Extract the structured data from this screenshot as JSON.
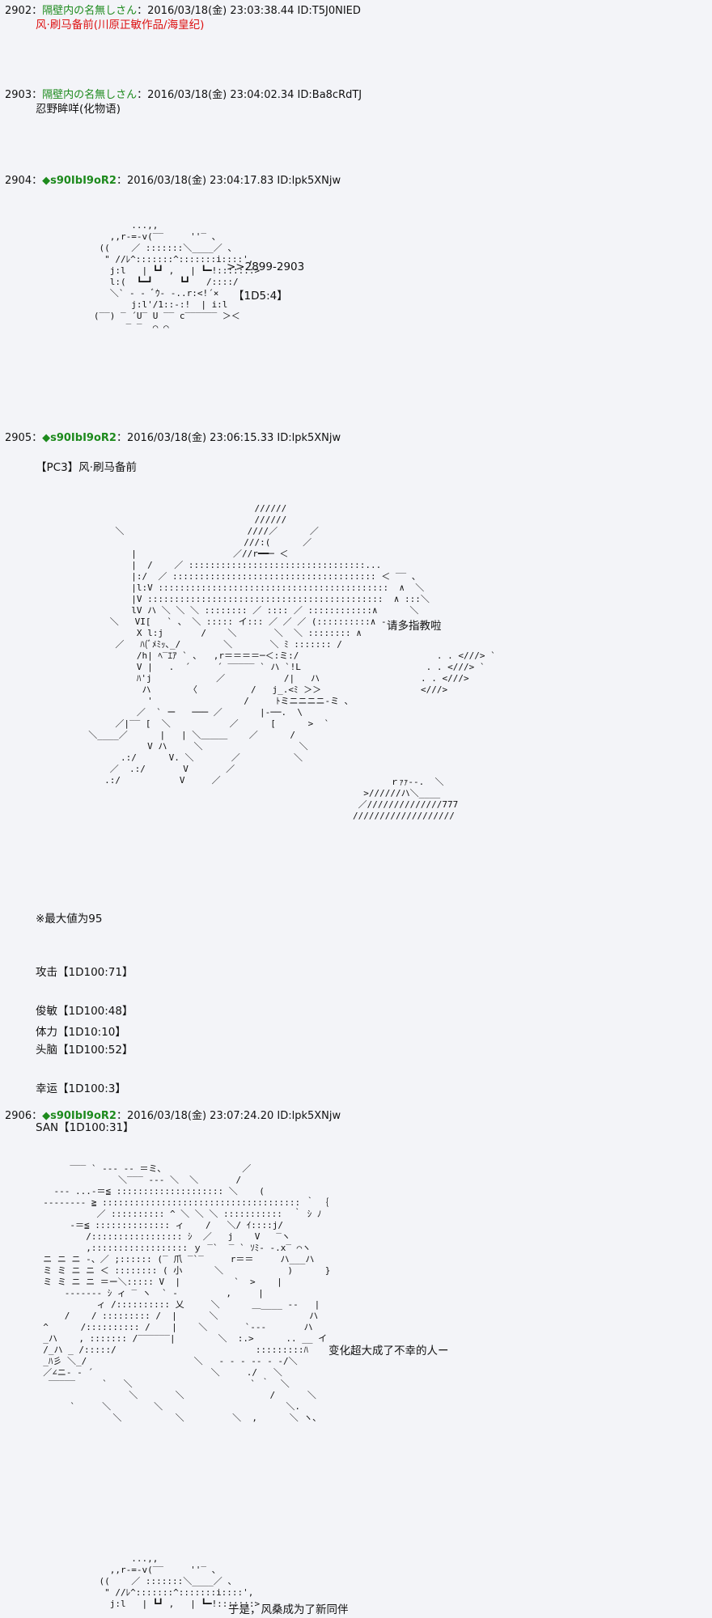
{
  "posts": [
    {
      "number": "2902",
      "sep": "：",
      "name": "隔壁内の名無しさん",
      "date": "2016/03/18(金) 23:03:38.44",
      "id": "ID:T5J0NIED",
      "lines": [
        "风·刷马备前(川原正敏作品/海皇纪)"
      ]
    },
    {
      "number": "2903",
      "sep": "：",
      "name": "隔壁内の名無しさん",
      "date": "2016/03/18(金) 23:04:02.34",
      "id": "ID:Ba8cRdTJ",
      "lines": [
        "忍野眸咩(化物语)"
      ]
    },
    {
      "number": "2904",
      "sep": "：",
      "name": "◆s90IbI9oR2",
      "date": "2016/03/18(金) 23:04:17.83",
      "id": "ID:lpk5XNjw",
      "anchor": ">>2899-2903",
      "dice": "【1D5:4】"
    },
    {
      "number": "2905",
      "sep": "：",
      "name": "◆s90IbI9oR2",
      "date": "2016/03/18(金) 23:06:15.33",
      "id": "ID:lpk5XNjw",
      "title": "【PC3】风·刷马备前",
      "speech": "请多指教啦",
      "note": "※最大値为95",
      "stats": [
        "攻击【1D100:71】",
        "俊敏【1D100:48】",
        "头脑【1D100:52】",
        "幸运【1D100:3】",
        "SAN【1D100:31】"
      ],
      "hp": "体力【1D10:10】"
    },
    {
      "number": "2906",
      "sep": "：",
      "name": "◆s90IbI9oR2",
      "date": "2016/03/18(金) 23:07:24.20",
      "id": "ID:lpk5XNjw",
      "speech": "变化超大成了不幸的人ー",
      "speech2": "于是，风桑成为了新同伴"
    }
  ],
  "art": {
    "small": "          ...,,\n      ,,r‐=‐v(‾‾     ''‾ 、\n    ((    ／ :::::::＼____／ 、\n     \" //ﾚ^:::::::^:::::::i::::',\n      j:l   | ┗┛ ,   | ┗━!:::::::>\n      l:(  ┗━┛     ┗┛   /::::/\n      ＼` ‐ ‐ ﾞｳ‐ -..r:<!´×\n          j:l'/1::-:!  | i:l\n   (‾‾) ‾ ´U‾ U ‾‾ c‾‾‾‾‾‾ ＞＜\n         ‾ ‾  ⌒ ⌒",
    "big1": "                                 //////\n                                 //////\n       ＼                       ////／      ／\n                               ///:(      ／\n          |                  ／//r━━─ ＜\n          |  /    ／ :::::::::::::::::::::::::::::::::...\n          |:/  ／ :::::::::::::::::::::::::::::::::::::: ＜ ‾‾ 、\n          |l:V :::::::::::::::::::::::::::::::::::::::::::  ∧  ＼\n          |V ::::::::::::::::::::::::::::::::::::::::::::  ∧ :::＼\n          lV ハ ＼ ＼ ＼ :::::::: ／ :::: ／ ::::::::::::∧      ＼\n      ＼   VI[   ` 、 ＼ ::::: イ::: ／ ／ ／ (::::::::::∧ ‐\n           X l:j       /    ＼       ＼  ＼ :::::::: ∧\n       ／   ﾊ(ﾞﾒﾐｯ､_/        ＼       ＼ ﾐ ::::::: /\n           /h| ﾍ‾ｴｱ ` ､   ,r＝＝＝＝─＜:ミ:/\n           V |   .  ´     ´ ‾‾‾‾‾ ` ハ `!L\n           ﾊ'j            ／           /|   ハ\n            ハ       〈          /   j_.<ﾐ ＞＞\n             '                 /     ﾄミニニニニ‐ミ ､\n           ／  ` ー   ─── ／       |‐──.  \\\n       ／|‾‾ [  ＼           ／      [      >  `\n  ＼____／      |   | ＼＿＿＿    ／      /\n             V ハ     ＼                  ＼\n        .:/      V. ＼       ／          ＼\n      ／  .:/       V       ／\n     .:/           V     ／",
    "lines1": "   . . <///> `\n . . <///> `\n. . <///>\n<///>",
    "blades": "       ｒｧｧ‐-.  ＼\n  >//////ハ＼____\n ／//////////////777\n///////////////////",
    "big2": "       ‾‾‾ ` ‐‐‐ ‐‐ ＝ミ､               ／\n                ＼‾‾‾ ‐‐‐ ＼  ＼       /\n    ‐‐‐ ...‐＝≦ :::::::::::::::::::: ＼    (\n  ‐‐‐‐‐‐‐‐ ≧ ::::::::::::::::::::::::::::::::::::: ｀ ｛\n            ／ :::::::::: ^ ＼ ＼ ＼ :::::::::::  ｀ ｼ ﾉ\n       ‐＝≦ :::::::::::::: ィ    /   ＼/ ｲ::::j/\n          /::::::::::::::::: ｼ  ／   j    V   ‾ヽ\n          ,:::::::::::::::::: ｙ ‾`  ‾ ` ｿﾐ- ‐.x‾ ⌒ヽ\n  ニ ニ ニ ‐、／ ;:::::: (‾ 爪 ‾`‾     r＝＝     ハ___ハ\n  ミ ミ ニ ニ ＜ :::::::: ( 小      ＼            )      }\n  ミ ミ ニ ニ ＝ー＼::::: V  |          `  >    |\n      ‐‐‐‐‐‐‐ ｼ ィ ‾ ヽ  ` ‐         ,     |\n            ィ /:::::::::: 乂     ＼      ＿____ ‐‐   |\n      /    / ::::::::: /  |      ＼                 ハ\n  ^      /:::::::::: /    |    ＼       `‐‐‐       ハ\n  _ハ    , ::::::: /‾‾‾‾‾‾|        ＼  :.>      .. __ イ\n  /_ハ _ /:::::/                          :::::::::ﾊ\n  _ﾊ彡 ＼_/                    ＼   ‐ ‐ ‐ ‐‐ ‐ ‐/＼\n  ／∠ニ‐ ‐ ´                      ＼     ./   ＼\n   ‾‾‾‾‾     `   ＼                      ` ｀  ＼\n                  ＼       ＼                /      ＼\n       `     ＼        ＼                       ＼.\n               ＼          ＼         ＼  ,      ＼ ヽ､",
    "small2": "          ...,,\n      ,,r‐=‐v(‾‾     ''‾ 、\n    ((    ／ :::::::＼____／ 、\n     \" //ﾚ^:::::::^:::::::i::::',\n      j:l   | ┗┛ ,   | ┗━!:::::::>"
  }
}
